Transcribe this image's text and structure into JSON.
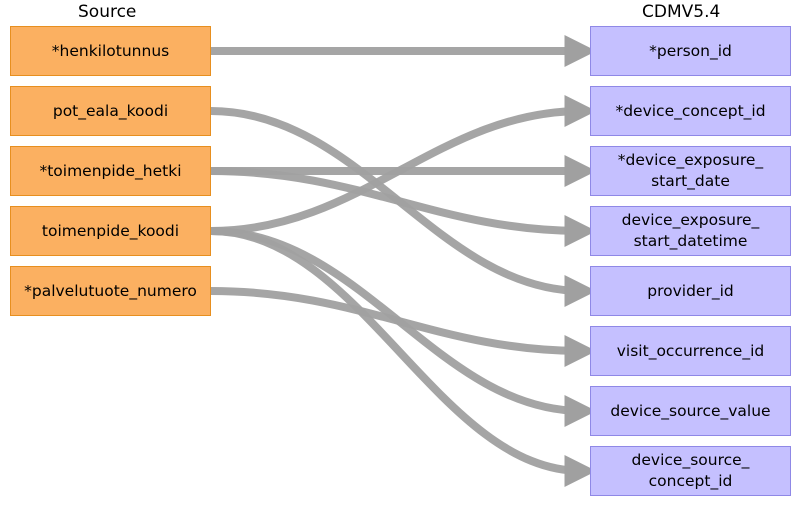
{
  "headers": {
    "source": "Source",
    "target": "CDMV5.4"
  },
  "source_fields": [
    "*henkilotunnus",
    "pot_eala_koodi",
    "*toimenpide_hetki",
    "toimenpide_koodi",
    "*palvelutuote_numero"
  ],
  "target_fields": [
    "*person_id",
    "*device_concept_id",
    "*device_exposure_\nstart_date",
    "device_exposure_\nstart_datetime",
    "provider_id",
    "visit_occurrence_id",
    "device_source_value",
    "device_source_\nconcept_id"
  ],
  "mappings": [
    {
      "from": 0,
      "to": 0
    },
    {
      "from": 1,
      "to": 4
    },
    {
      "from": 2,
      "to": 2
    },
    {
      "from": 2,
      "to": 3
    },
    {
      "from": 3,
      "to": 1
    },
    {
      "from": 3,
      "to": 6
    },
    {
      "from": 3,
      "to": 7
    },
    {
      "from": 4,
      "to": 5
    }
  ],
  "colors": {
    "source_fill": "#fbb061",
    "target_fill": "#c5c0ff",
    "arrow": "#a0a0a0"
  }
}
